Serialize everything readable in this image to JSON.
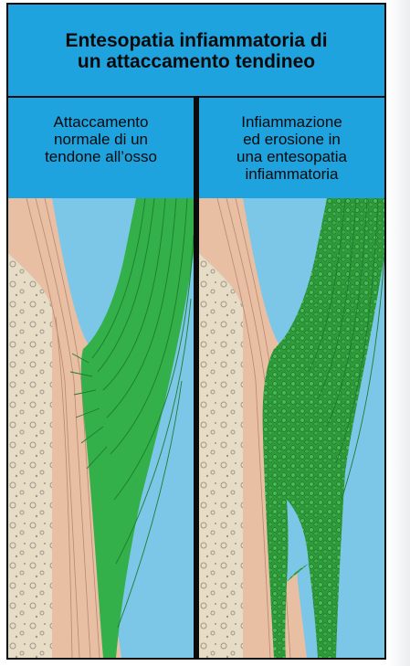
{
  "title": "Entesopatia infiammatoria di\nun attaccamento tendineo",
  "panels": [
    {
      "caption": "Attaccamento\nnormale di un\ntendone all’osso"
    },
    {
      "caption": "Infiammazione\ned erosione in\nuna entesopatia\ninfiammatoria"
    }
  ],
  "colors": {
    "header_blue": "#1ea3df",
    "background_blue": "#7cc6e8",
    "bone": "#e8bfa3",
    "marrow": "#e7dcc5",
    "tendon_green": "#33b049",
    "inflammation_green": "#2f9a3a"
  }
}
